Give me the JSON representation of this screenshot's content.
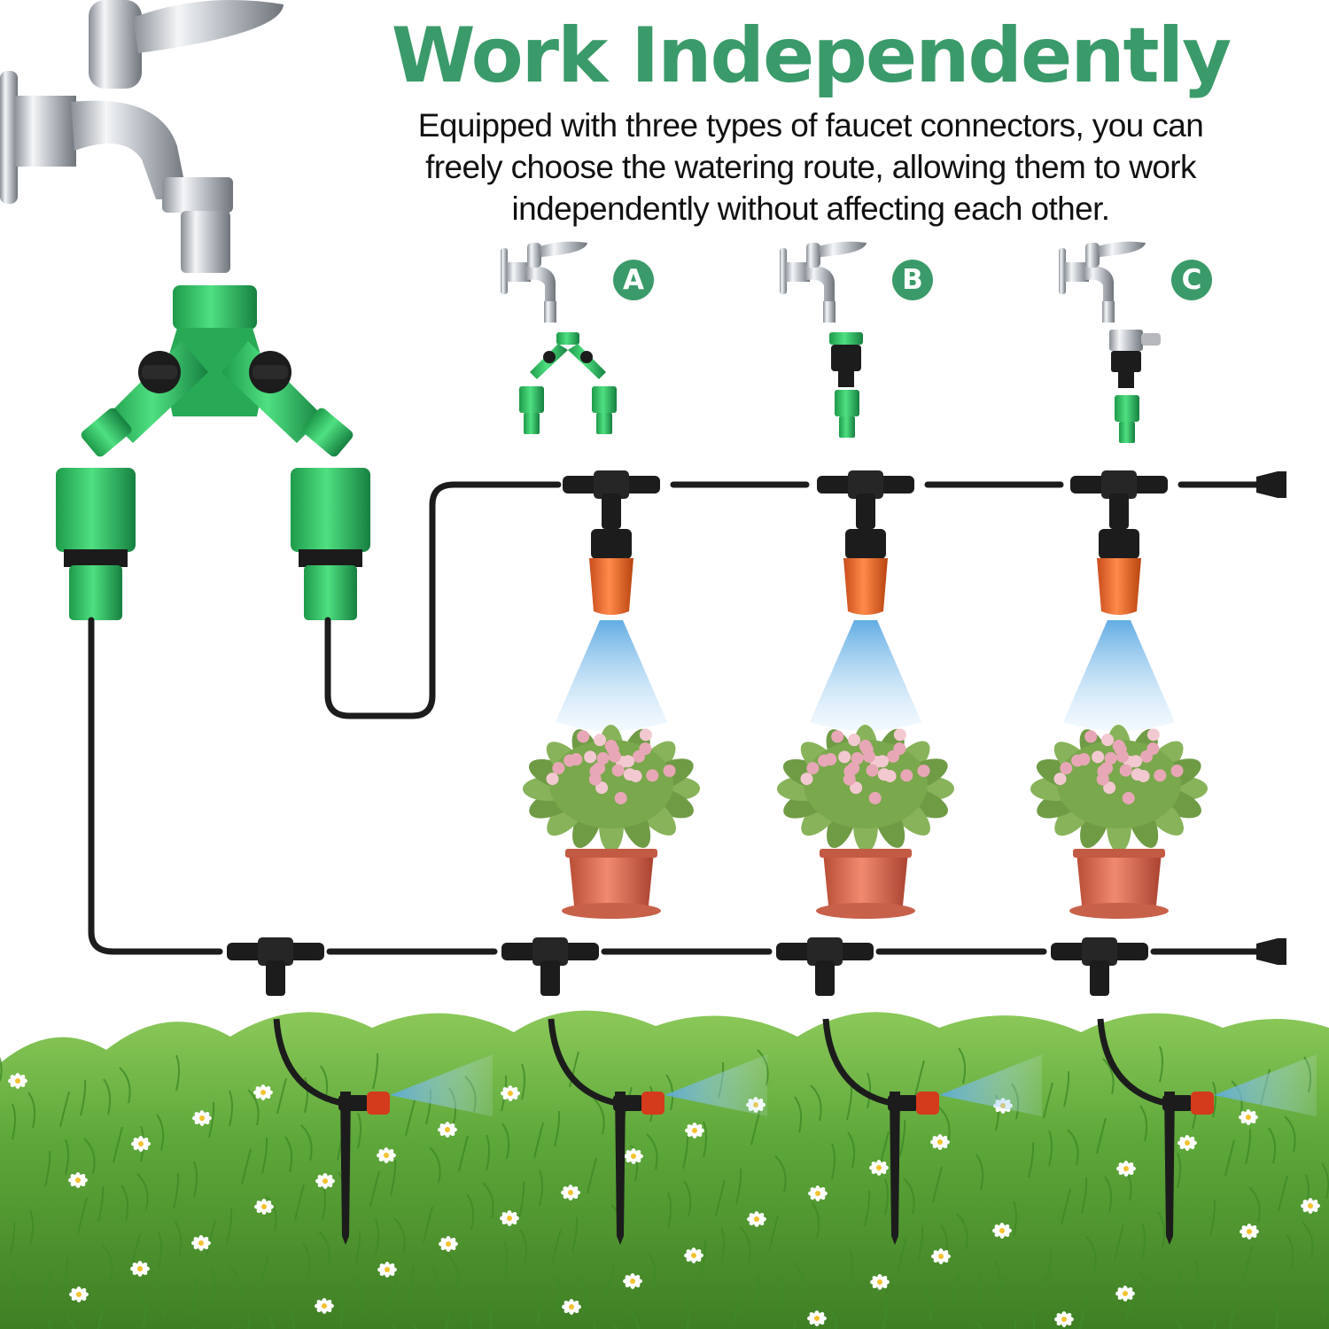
{
  "headline": {
    "title": "Work Independently",
    "description_lines": [
      "Equipped with three types of faucet connectors, you can",
      "freely choose the watering route, allowing them to work",
      "independently without affecting each other."
    ]
  },
  "options": [
    {
      "label": "A",
      "connector": "two-way-splitter"
    },
    {
      "label": "B",
      "connector": "threaded-adapter"
    },
    {
      "label": "C",
      "connector": "clamp-adapter"
    }
  ],
  "colors": {
    "accent_green": "#3a9a6a",
    "hose_black": "#1c1c1c",
    "connector_green": "#2fbd62",
    "nozzle_orange": "#e66a2c",
    "spray_blue": "#7fc0ea",
    "grass_green": "#5fa53a",
    "pot_terracotta": "#d76a52"
  },
  "icons": [
    "faucet-icon",
    "y-splitter-icon",
    "quick-connector-icon",
    "tee-connector-icon",
    "mist-nozzle-icon",
    "flower-pot-icon",
    "drip-stake-icon",
    "end-plug-icon"
  ]
}
